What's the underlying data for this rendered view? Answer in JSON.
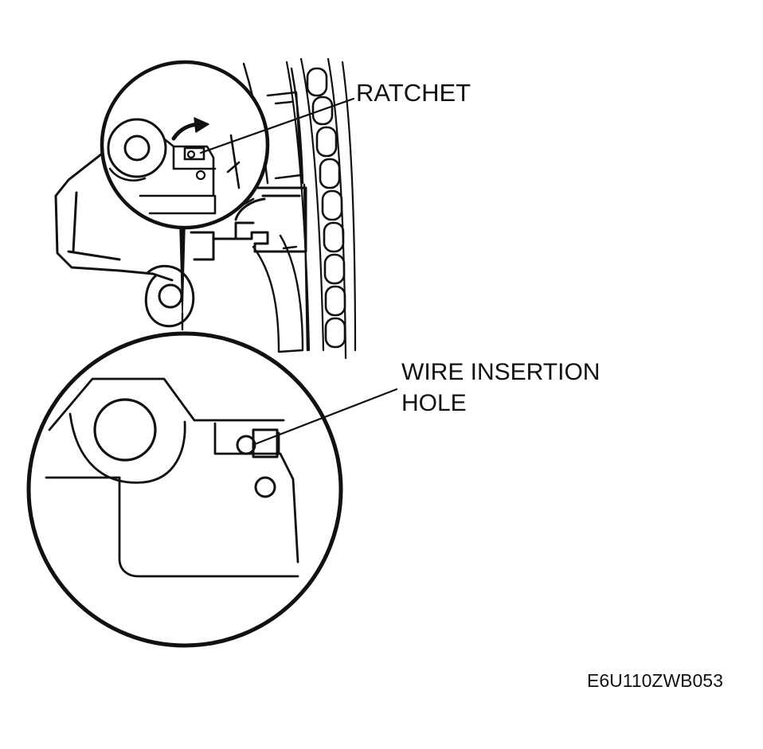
{
  "labels": {
    "ratchet": "RATCHET",
    "wire_insertion_line1": "WIRE INSERTION",
    "wire_insertion_line2": "HOLE",
    "figure_code": "E6U110ZWB053"
  },
  "colors": {
    "ink": "#111111",
    "background": "#ffffff"
  }
}
